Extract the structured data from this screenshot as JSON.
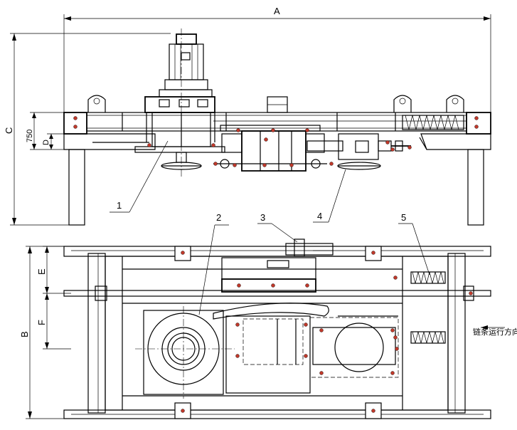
{
  "dimensions": {
    "A": "A",
    "B": "B",
    "C": "C",
    "D": "D",
    "E": "E",
    "F": "F",
    "h750": "750"
  },
  "callouts": [
    "1",
    "2",
    "3",
    "4",
    "5"
  ],
  "annotation": "链条运行方向",
  "colors": {
    "line": "#000000",
    "bolt": "#c0392b",
    "background": "#ffffff"
  }
}
